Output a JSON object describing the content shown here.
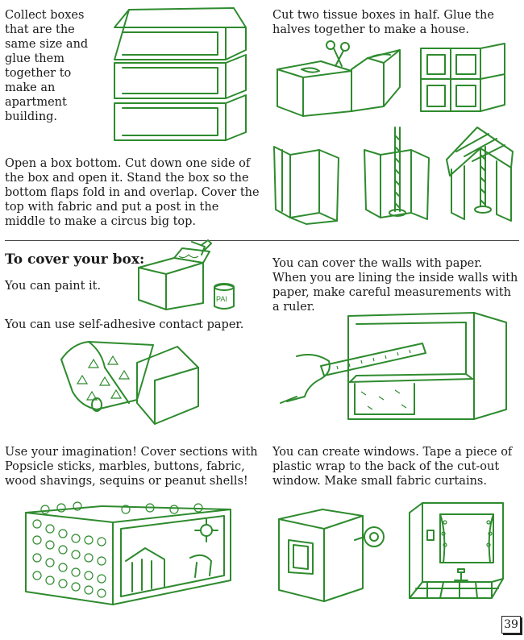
{
  "sections": {
    "apartment": {
      "text": "Collect boxes that are the same size and glue them together to make an apartment building."
    },
    "house": {
      "text": "Cut two tissue boxes in half. Glue the halves together to make a house."
    },
    "circus": {
      "text": "Open a box bottom. Cut down one side of the box and open it. Stand the box so the bottom flaps fold in and overlap. Cover the top with fabric and put a post in the middle to make a circus big top."
    },
    "cover": {
      "heading": "To cover your box:",
      "paint": "You can paint it.",
      "paint_can_label": "PAI",
      "contact": "You can use self-adhesive contact paper.",
      "walls": "You can cover the walls with paper. When you are lining the inside walls with paper, make careful measurements with a ruler.",
      "imagination": "Use your imagination! Cover sections with Popsicle sticks, marbles, buttons, fabric, wood shavings, sequins or peanut shells!",
      "windows": "You can create windows. Tape a piece of plastic wrap to the back of the cut-out window. Make small fabric curtains."
    }
  },
  "page_number": "39",
  "colors": {
    "illustration": "#2e8b2e",
    "text": "#1a1a1a"
  }
}
